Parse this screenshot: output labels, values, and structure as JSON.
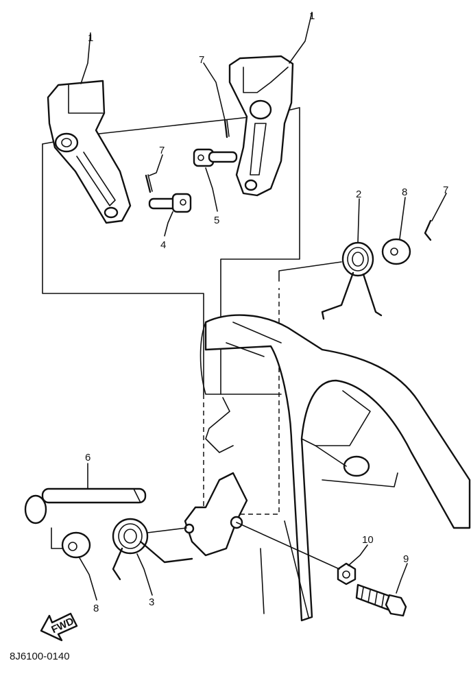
{
  "drawing_code": "8J6100-0140",
  "direction_label": "FWD",
  "callouts": {
    "c1a": "1",
    "c1b": "1",
    "c7a": "7",
    "c7b": "7",
    "c7c": "7",
    "c4": "4",
    "c5": "5",
    "c2": "2",
    "c8a": "8",
    "c8b": "8",
    "c6": "6",
    "c3": "3",
    "c10": "10",
    "c9": "9"
  }
}
